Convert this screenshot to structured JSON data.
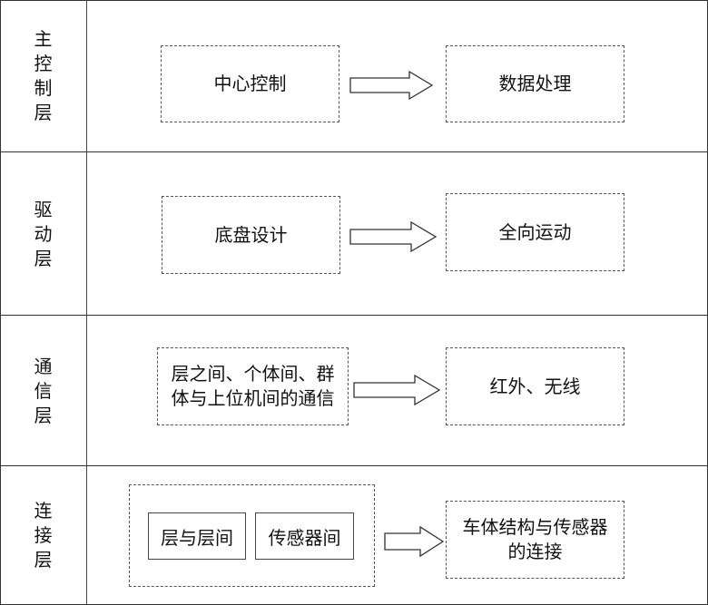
{
  "layers": [
    {
      "label_chars": [
        "主",
        "控",
        "制",
        "层"
      ],
      "source": "中心控制",
      "target": "数据处理"
    },
    {
      "label_chars": [
        "驱",
        "动",
        "层"
      ],
      "source": "底盘设计",
      "target": "全向运动"
    },
    {
      "label_chars": [
        "通",
        "信",
        "层"
      ],
      "source_lines": [
        "层之间、个体间、群",
        "体与上位机间的通信"
      ],
      "target": "红外、无线"
    },
    {
      "label_chars": [
        "连",
        "接",
        "层"
      ],
      "source_items": [
        "层与层间",
        "传感器间"
      ],
      "target_lines": [
        "车体结构与传感器",
        "的连接"
      ]
    }
  ],
  "colors": {
    "line": "#333333",
    "dash": "#555555",
    "background": "#ffffff"
  },
  "icons": {
    "flow_arrow": "hollow-right-arrow"
  }
}
